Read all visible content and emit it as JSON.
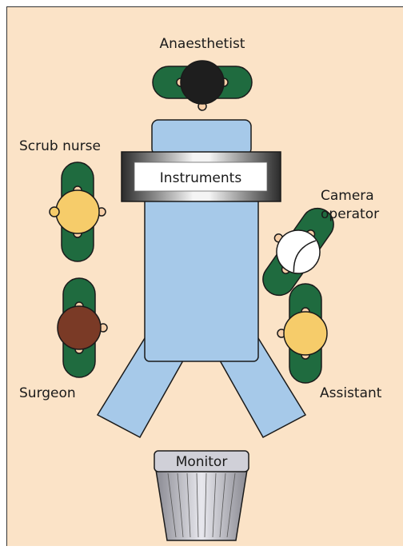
{
  "labels": {
    "anaesthetist": "Anaesthetist",
    "scrub_nurse": "Scrub nurse",
    "camera_operator_line1": "Camera",
    "camera_operator_line2": "operator",
    "surgeon": "Surgeon",
    "assistant": "Assistant",
    "instruments": "Instruments",
    "monitor": "Monitor"
  },
  "colors": {
    "background": "#fbe3c7",
    "table": "#a6c9e9",
    "gown": "#1f6b3f",
    "anaesthetist_hair": "#1e1e1e",
    "scrub_nurse_cap": "#f6cc6a",
    "camera_operator_cap": "#ffffff",
    "surgeon_hair": "#7a3a26",
    "assistant_cap": "#f6cc6a",
    "skin": "#f7cfa8",
    "monitor_body": "#d0d0d8"
  },
  "icons": {
    "person": "person-top-view-icon",
    "monitor": "monitor-icon",
    "instruments": "instrument-tray-icon"
  }
}
